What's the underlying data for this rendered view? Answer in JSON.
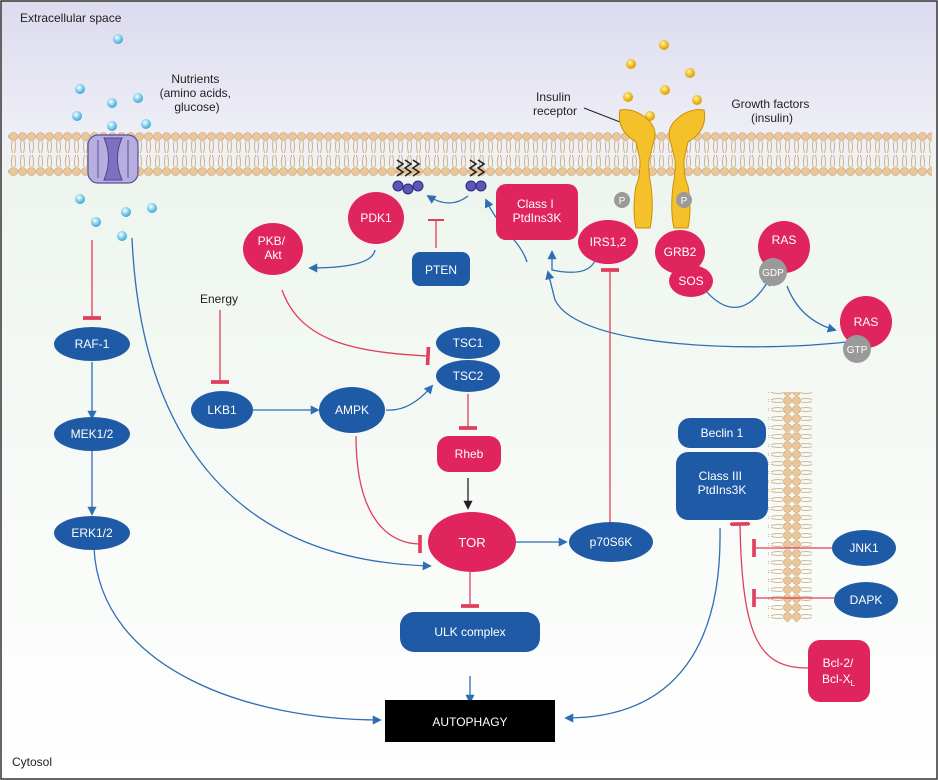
{
  "regions": {
    "extracellular": "Extracellular space",
    "cytosol": "Cytosol"
  },
  "labels": {
    "nutrients_1": "Nutrients",
    "nutrients_2": "(amino acids,",
    "nutrients_3": "glucose)",
    "insulin_receptor_1": "Insulin",
    "insulin_receptor_2": "receptor",
    "growth_factors_1": "Growth factors",
    "growth_factors_2": "(insulin)",
    "energy": "Energy",
    "phospho": "P"
  },
  "nodes": {
    "pkb_1": "PKB/",
    "pkb_2": "Akt",
    "pdk1": "PDK1",
    "pten": "PTEN",
    "class1_1": "Class I",
    "class1_2": "PtdIns3K",
    "irs": "IRS1,2",
    "grb2": "GRB2",
    "sos": "SOS",
    "ras1": "RAS",
    "gdp": "GDP",
    "ras2": "RAS",
    "gtp": "GTP",
    "raf1": "RAF-1",
    "mek": "MEK1/2",
    "erk": "ERK1/2",
    "lkb1": "LKB1",
    "ampk": "AMPK",
    "tsc1": "TSC1",
    "tsc2": "TSC2",
    "rheb": "Rheb",
    "tor": "TOR",
    "p70s6k": "p70S6K",
    "ulk": "ULK complex",
    "autophagy": "AUTOPHAGY",
    "beclin": "Beclin 1",
    "class3_1": "Class III",
    "class3_2": "PtdIns3K",
    "jnk1": "JNK1",
    "dapk": "DAPK",
    "bcl_1": "Bcl-2/",
    "bcl_2": "Bcl-X",
    "bcl_sub": "L"
  },
  "colors": {
    "blue_node": "#1f5aa6",
    "red_node": "#e0245e",
    "arrow_blue": "#2f6db5",
    "inhibit_red": "#e03e5c",
    "membrane": "#e9c79a",
    "nutrient": "#8fd3ef",
    "insulin": "#f2c22e",
    "receptor": "#f5c12a"
  }
}
